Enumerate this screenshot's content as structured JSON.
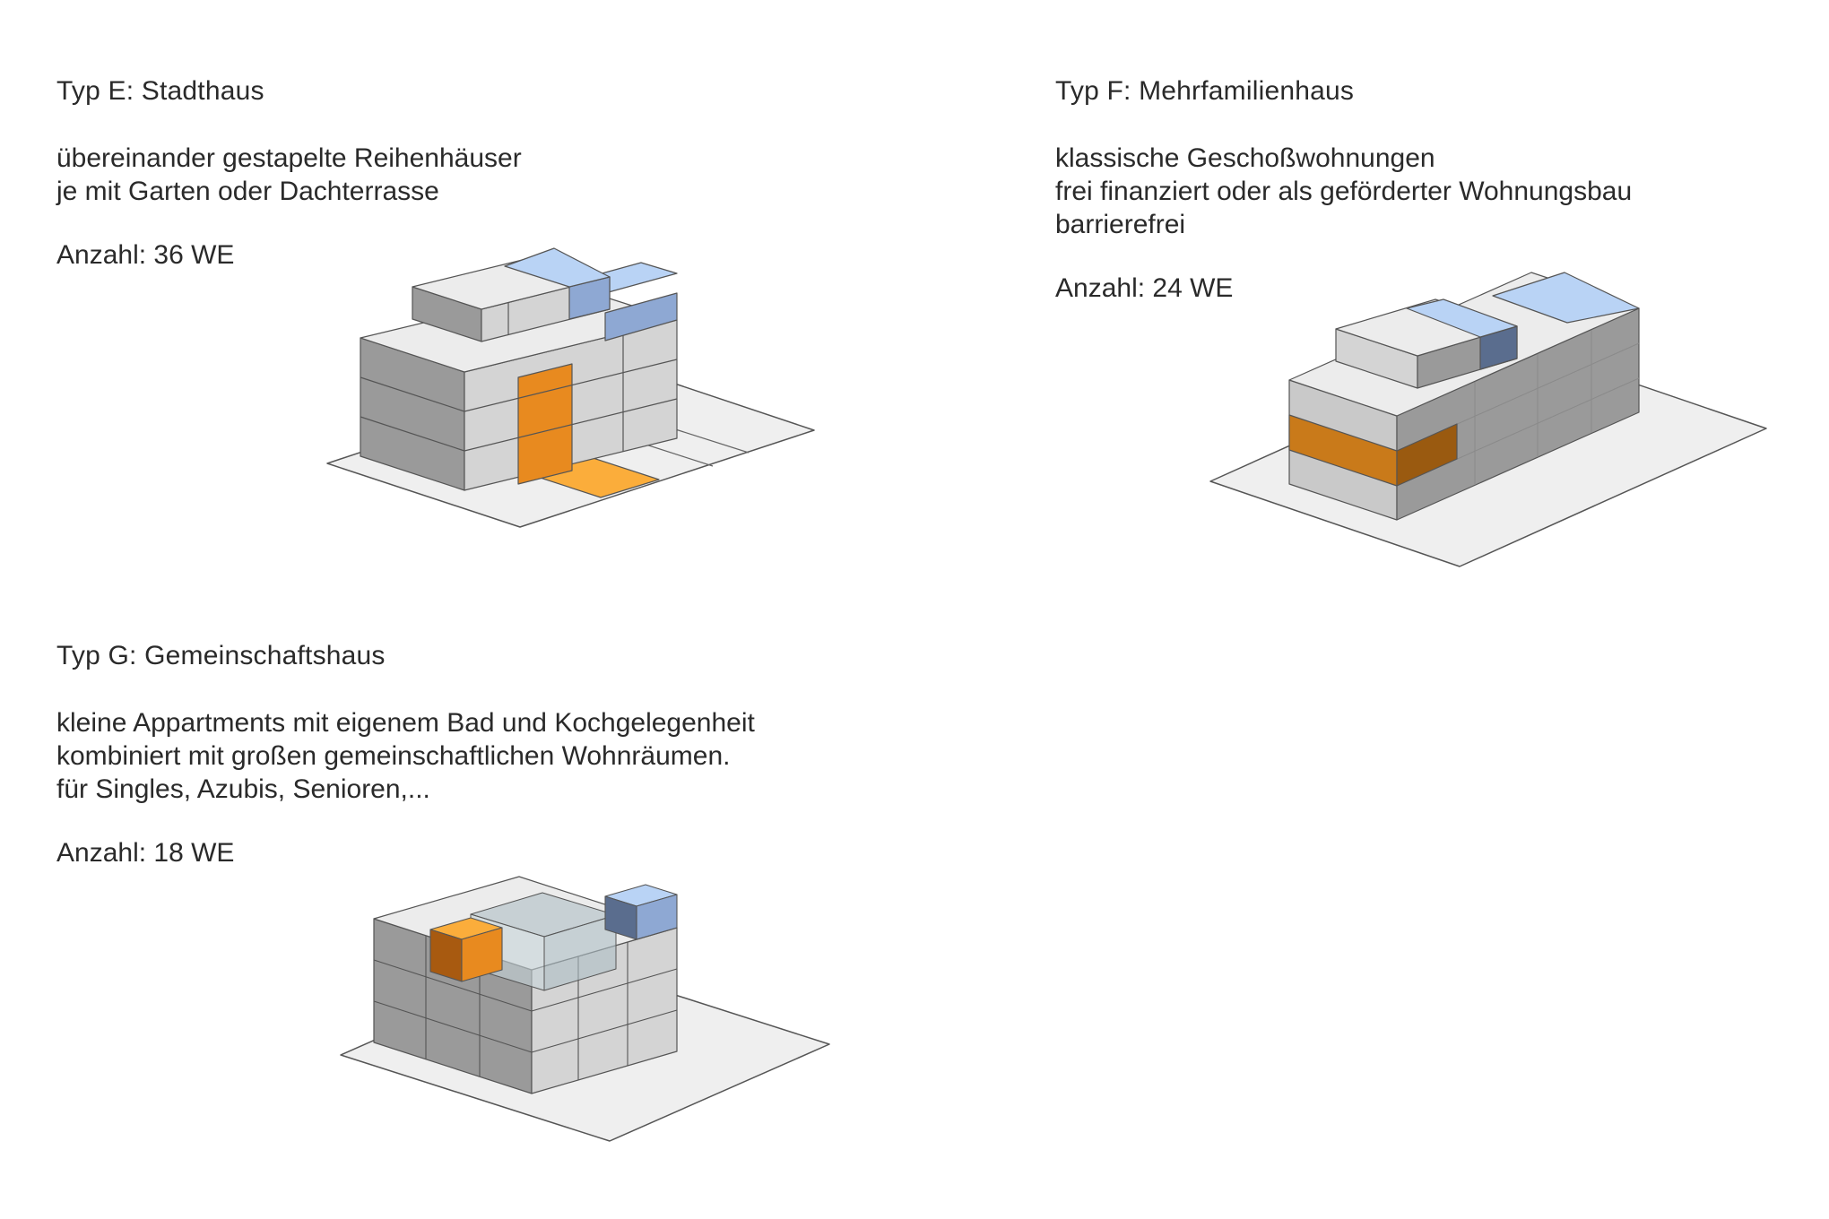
{
  "types": [
    {
      "title": "Typ E: Stadthaus",
      "description": [
        "übereinander gestapelte Reihenhäuser",
        "je mit Garten oder Dachterrasse"
      ],
      "count": "Anzahl: 36 WE"
    },
    {
      "title": "Typ F: Mehrfamilienhaus",
      "description": [
        "klassische Geschoßwohnungen",
        "frei finanziert oder als geförderter Wohnungsbau",
        "barrierefrei"
      ],
      "count": "Anzahl: 24 WE"
    },
    {
      "title": "Typ G: Gemeinschaftshaus",
      "description": [
        "kleine Appartments mit eigenem Bad und Kochgelegenheit",
        "kombiniert mit großen gemeinschaftlichen Wohnräumen.",
        "für Singles, Azubis, Senioren,..."
      ],
      "count": "Anzahl: 18 WE"
    }
  ],
  "colors": {
    "orange_light": "#fbad3b",
    "orange_mid": "#e88a1f",
    "orange_dark": "#a85a10",
    "blue_light": "#b9d3f5",
    "blue_mid": "#8ea8d3",
    "blue_dark": "#5a6d8e",
    "gray_top": "#ececec",
    "gray_front": "#d4d4d4",
    "gray_side": "#9a9a9a",
    "ground": "#efefef",
    "outline": "#555555"
  }
}
